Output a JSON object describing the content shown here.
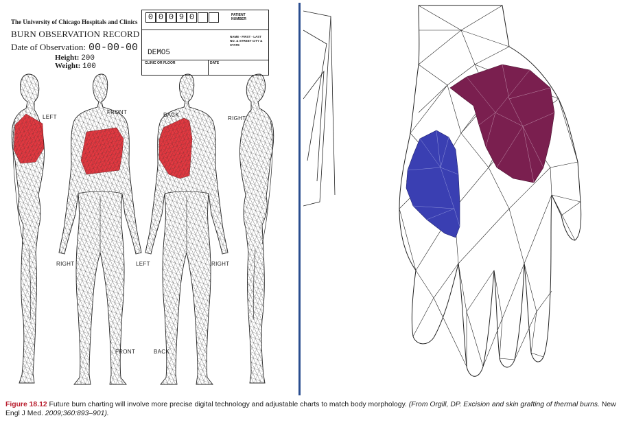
{
  "chart_form": {
    "institution": "The University of Chicago Hospitals and Clinics",
    "record_title": "BURN OBSERVATION RECORD",
    "date_label": "Date of Observation:",
    "date_value": "00-00-00",
    "height_label": "Height:",
    "height_value": "200",
    "weight_label": "Weight:",
    "weight_value": "100",
    "patient_id_digits": [
      "0",
      "0",
      "0",
      "9",
      "0"
    ],
    "plate_text": "PATIENT NUMBER",
    "patient_name": "DEMO5",
    "address_text": "NAME - FIRST - LAST NO. & STREET CITY & STATE",
    "clinic_label": "CLINIC OR FLOOR",
    "date_box_label": "DATE"
  },
  "view_labels": {
    "left_top": "LEFT",
    "front_top": "FRONT",
    "back_top": "BACK",
    "right_top": "RIGHT",
    "right_mid_a": "RIGHT",
    "left_mid": "LEFT",
    "right_mid_b": "RIGHT",
    "front_bottom": "FRONT",
    "back_bottom": "BACK"
  },
  "colors": {
    "burn_red": "#e0252d",
    "burn_purple": "#7a1f4f",
    "burn_blue": "#3a3fb2",
    "divider_blue": "#2a4d8f",
    "caption_label": "#b81c2c"
  },
  "caption": {
    "label": "Figure 18.12",
    "text": "Future burn charting will involve more precise digital technology and adjustable charts to match body morphology.",
    "source_italic": "(From Orgill, DP. Excision and skin grafting of thermal burns.",
    "journal": "New Engl J Med.",
    "citation_italic": "2009;360:893–901)."
  }
}
